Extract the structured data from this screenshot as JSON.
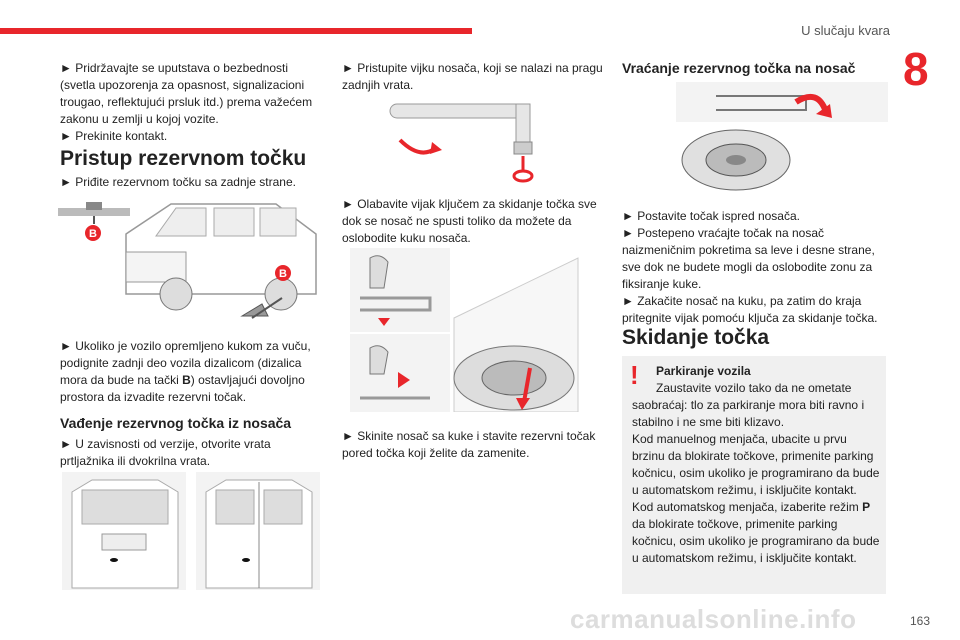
{
  "header": {
    "title": "U slučaju kvara",
    "chapter": "8"
  },
  "col1": {
    "p1": "Pridržavajte se uputstava o bezbednosti (svetla upozorenja za opasnost, signalizacioni trougao, reflektujući prsluk itd.) prema važećem zakonu u zemlji u kojoj vozite.",
    "p2": "Prekinite kontakt.",
    "section_title": "Pristup rezervnom točku",
    "p3": "Priđite rezervnom točku sa zadnje strane.",
    "marker_b": "B",
    "p4_a": "Ukoliko je vozilo opremljeno kukom za vuču, podignite zadnji deo vozila dizalicom (dizalica mora da bude na tački ",
    "p4_b": "B",
    "p4_c": ") ostavljajući dovoljno prostora da izvadite rezervni točak.",
    "sub_title": "Vađenje rezervnog točka iz nosača",
    "p5": "U zavisnosti od verzije, otvorite vrata prtljažnika ili dvokrilna vrata."
  },
  "col2": {
    "p1": "Pristupite vijku nosača, koji se nalazi na pragu zadnjih vrata.",
    "p2": "Olabavite vijak ključem za skidanje točka sve dok se nosač ne spusti toliko da možete da oslobodite kuku nosača.",
    "p3": "Skinite nosač sa kuke i stavite rezervni točak pored točka koji želite da zamenite."
  },
  "col3": {
    "sub_title": "Vraćanje rezervnog točka na nosač",
    "p1": "Postavite točak ispred nosača.",
    "p2": "Postepeno vraćajte točak na nosač naizmeničnim pokretima sa leve i desne strane, sve dok ne budete mogli da oslobodite zonu za fiksiranje kuke.",
    "p3": "Zakačite nosač na kuku, pa zatim do kraja pritegnite vijak pomoću ključa za skidanje točka.",
    "section_title": "Skidanje točka",
    "note_title": "Parkiranje vozila",
    "note_text": "Zaustavite vozilo tako da ne ometate saobraćaj: tlo za parkiranje mora biti ravno i stabilno i ne sme biti klizavo.\nKod manuelnog menjača, ubacite u prvu brzinu da blokirate točkove, primenite parking kočnicu, osim ukoliko je programirano da bude u automatskom režimu, i isključite kontakt.\nKod automatskog menjača, izaberite režim ",
    "note_bold": "P",
    "note_text2": " da blokirate točkove, primenite parking kočnicu, osim ukoliko je programirano da bude u automatskom režimu, i isključite kontakt."
  },
  "footer": {
    "page": "163",
    "watermark": "carmanualsonline.info"
  },
  "colors": {
    "accent": "#e8262b"
  }
}
